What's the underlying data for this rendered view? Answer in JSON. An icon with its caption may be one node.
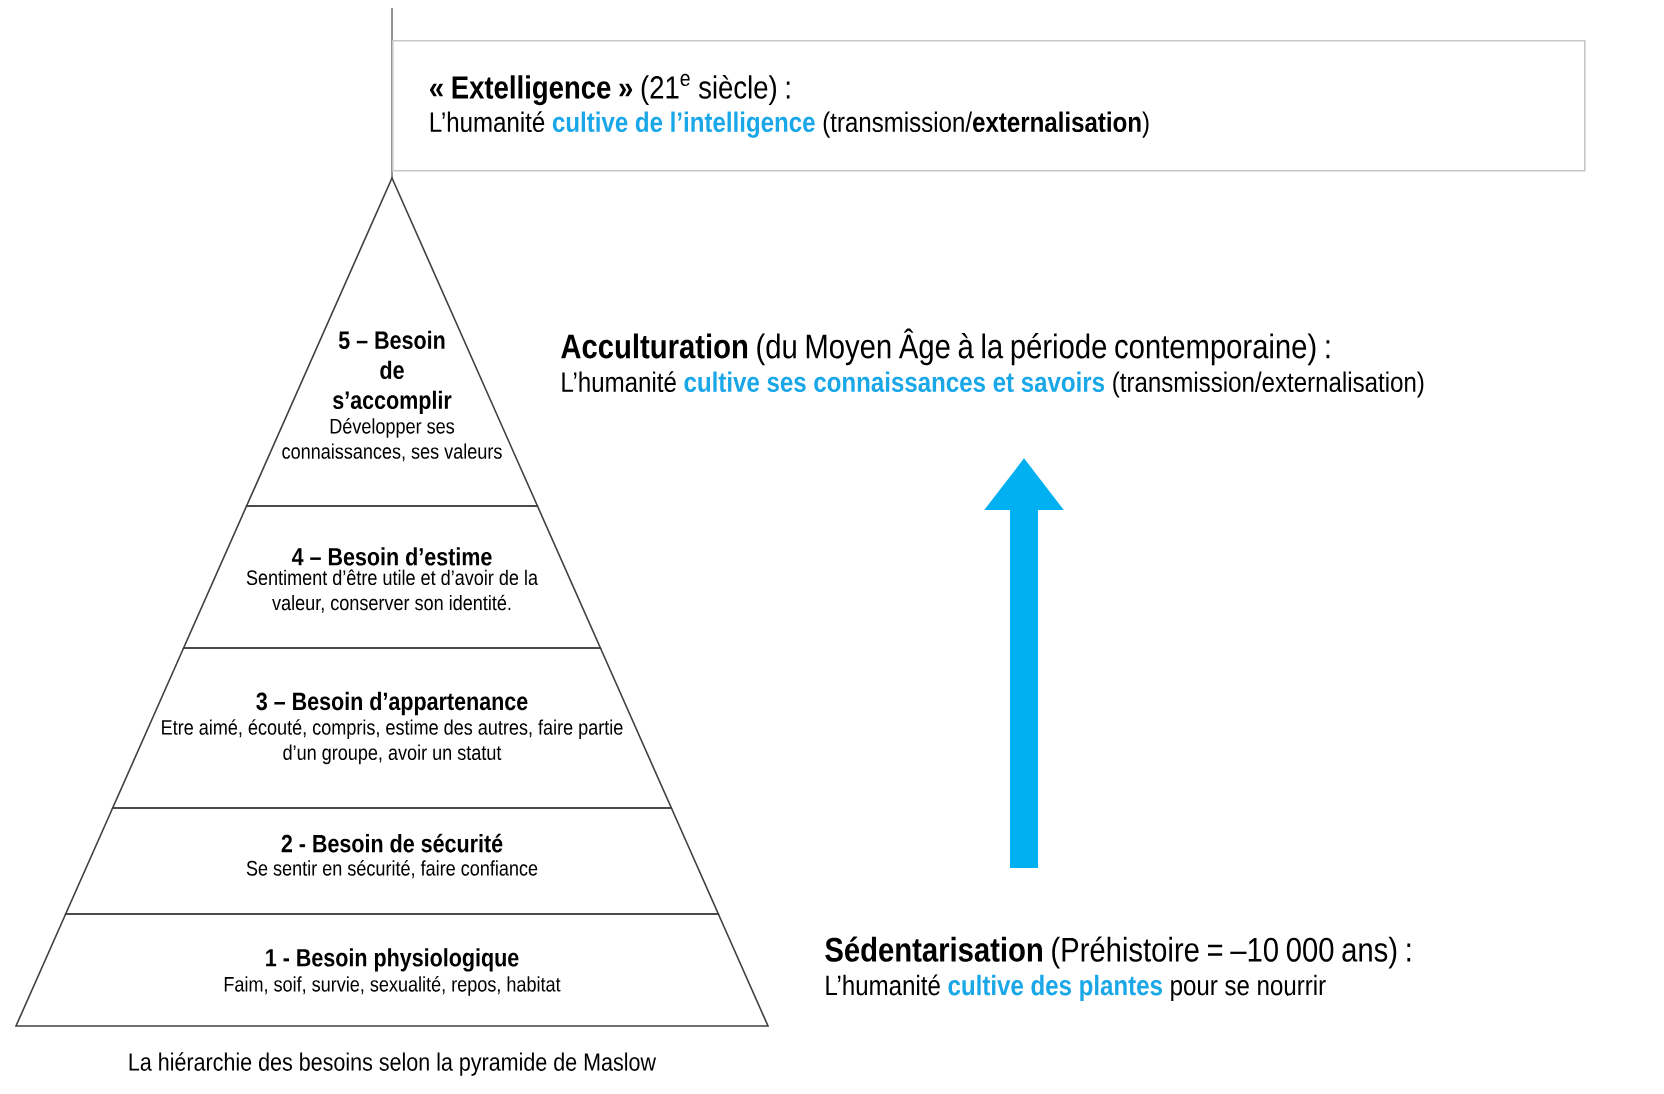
{
  "diagram": {
    "caption": "La hiérarchie des besoins selon la pyramide de Maslow",
    "nodes": [
      {
        "text": [
          "**« Extelligence »** (21$^{e}$ siècle) :",
          "L’humanité",
          "cultive de l’intelligence",
          "(transmission/**externalisation**)"
        ]
      },
      {
        "text": [
          "**Acculturation** (du Moyen Âge à la période contemporaine) :",
          "L’humanité",
          "cultive ses connaissances et savoirs",
          "(transmission/externalisation)"
        ]
      },
      {
        "text": [
          "**Sédentarisation** (Préhistoire = –10 000 ans) :",
          "L’humanité",
          "cultive des plantes",
          "pour se nourrir"
        ]
      },
      {
        "text": [
          "5 – Besoin de s’accomplir",
          "Développer ses connaissances, ses valeurs"
        ]
      },
      {
        "text": [
          "4 – Besoin d’estime",
          "Sentiment d’être utile et d’avoir de la valeur, conserver son identité."
        ]
      },
      {
        "text": [
          "3 – Besoin d’appartenance",
          "Etre aimé, écouté, compris, estime des autres, faire partie d’un groupe, avoir un statut"
        ]
      },
      {
        "text": [
          "2 - Besoin de sécurité",
          "Se sentir en sécurité, faire confiance"
        ]
      },
      {
        "text": [
          "1 - Besoin physiologique",
          "Faim, soif, survie, sexualité, repos, habitat"
        ]
      }
    ],
    "edges": [
      {
        "from": 2,
        "to": 1,
        "arrow": "to",
        "color": "#00b0f0"
      }
    ]
  }
}
